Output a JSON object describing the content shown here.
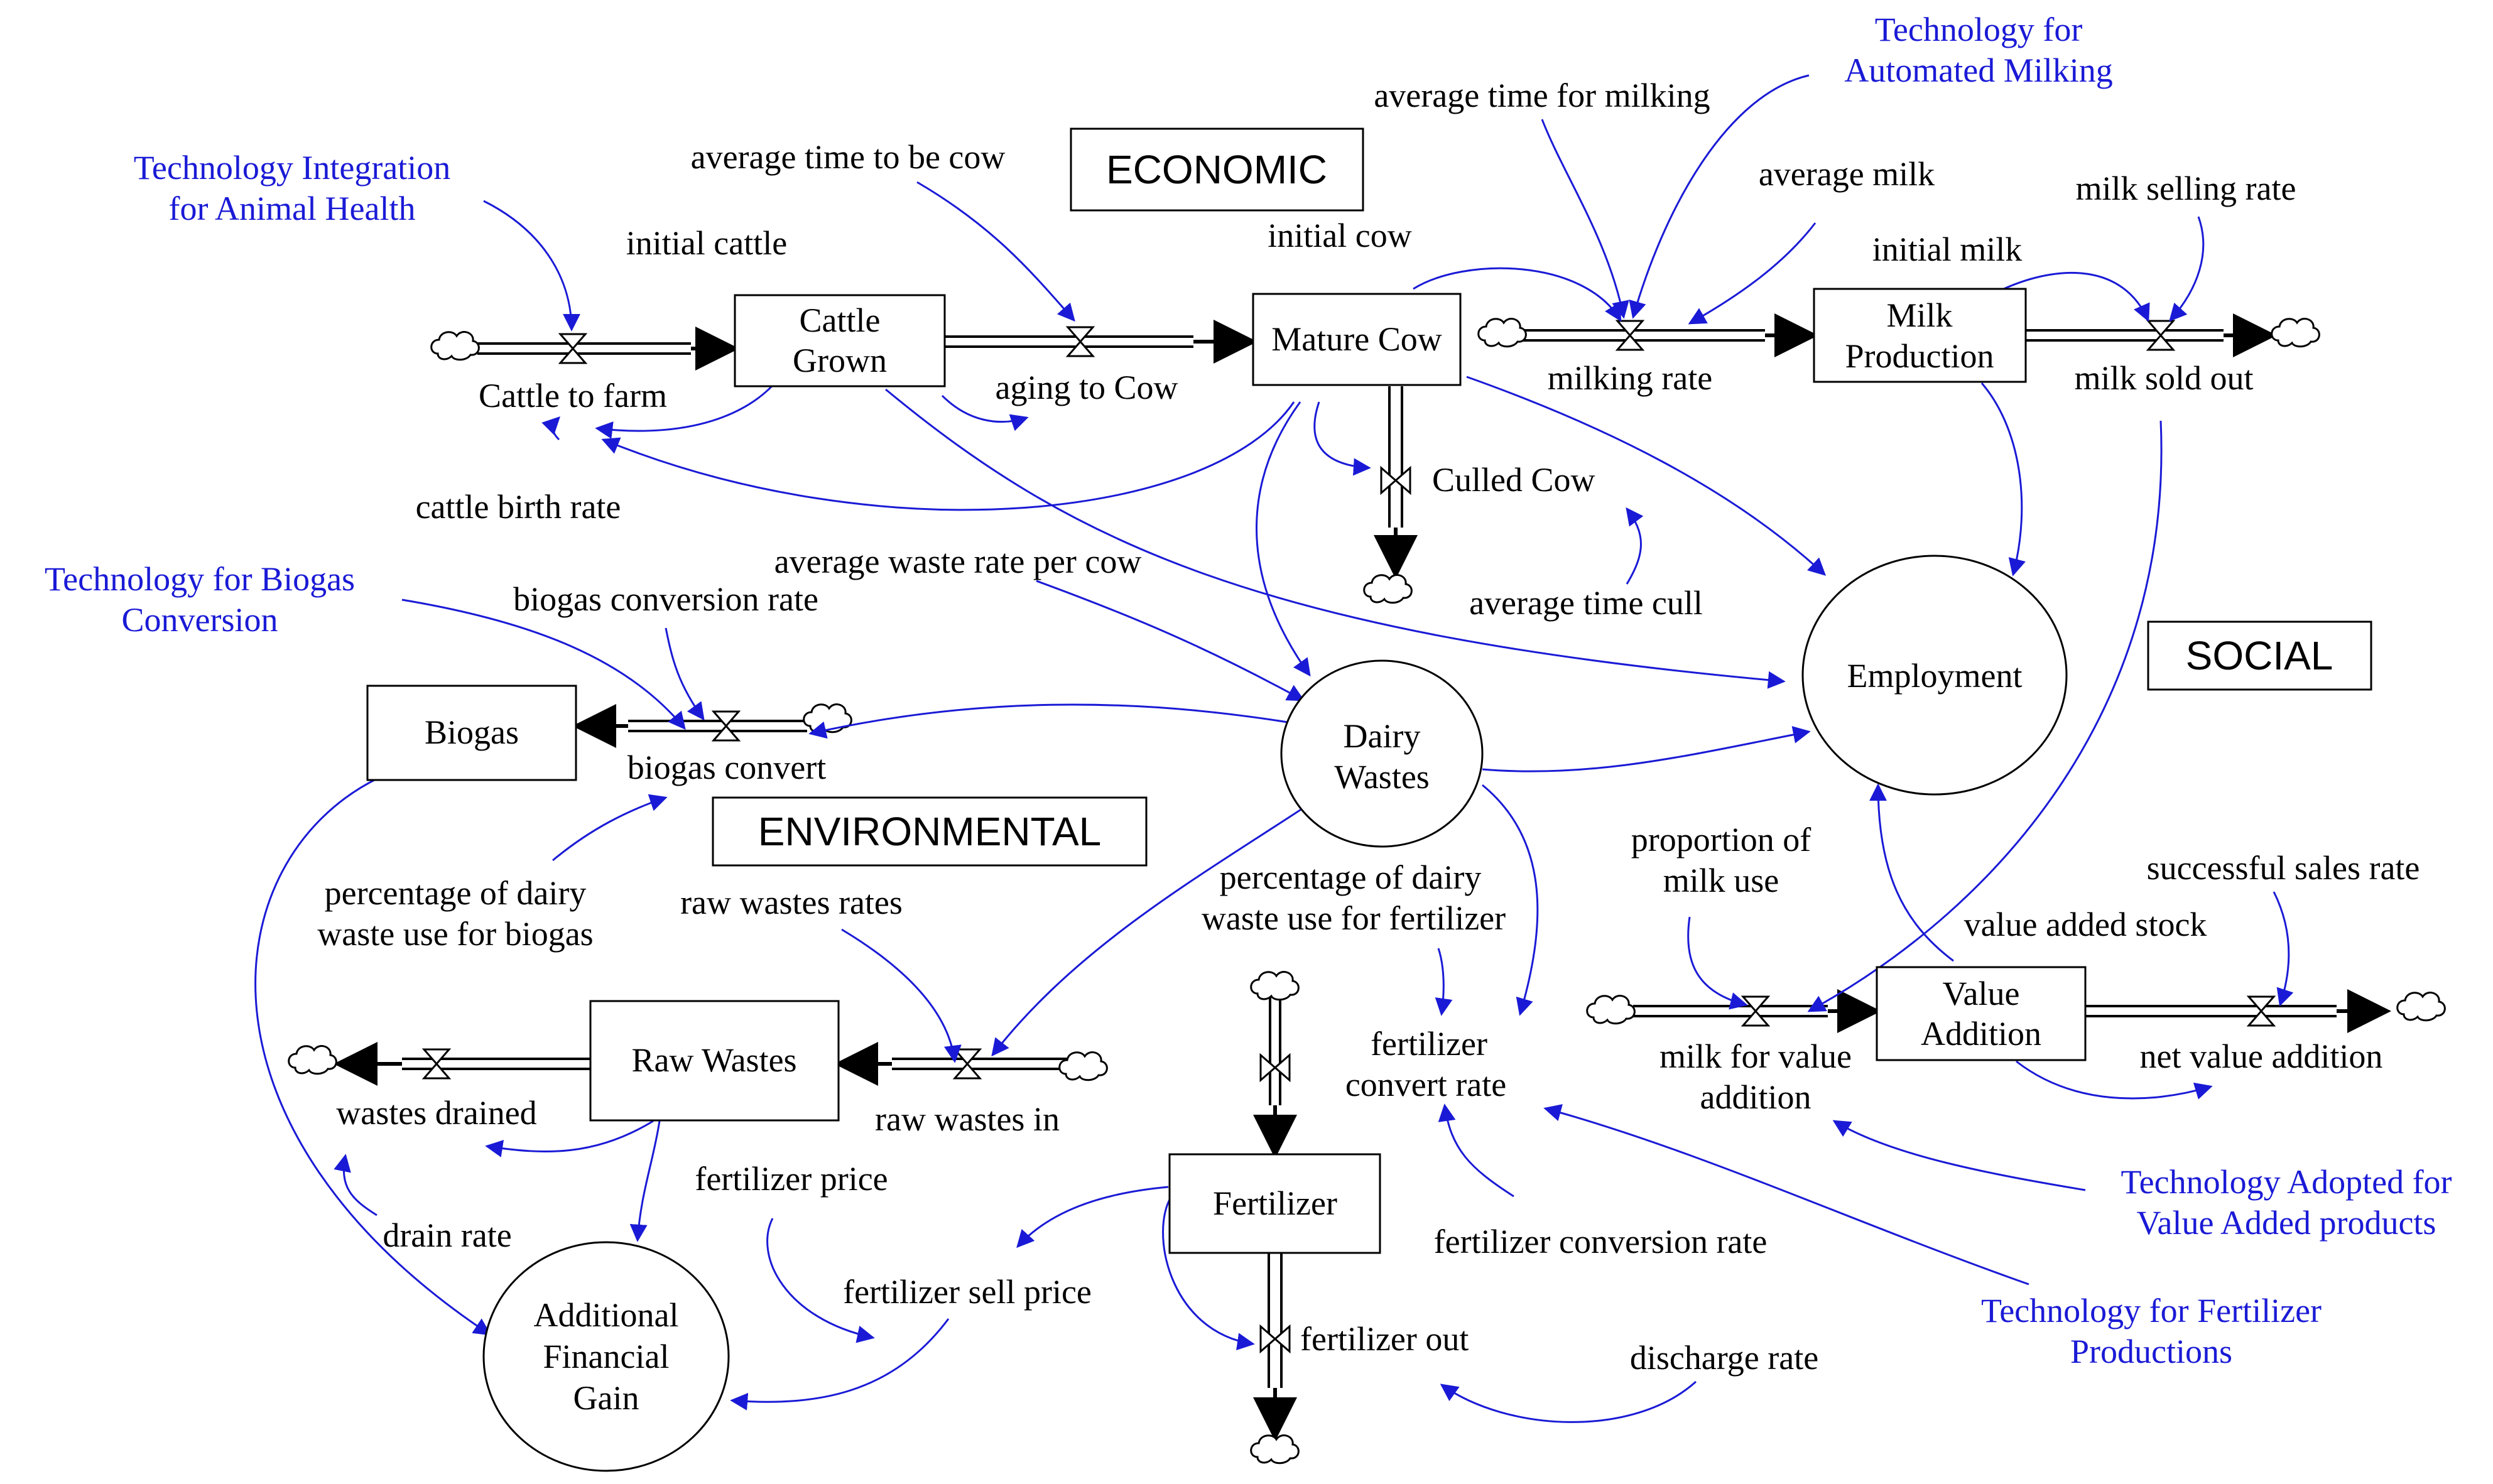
{
  "colors": {
    "technology": "#1a1ad6",
    "stock_outline": "#000000",
    "link": "#1a1ad6"
  },
  "sections": {
    "economic": "ECONOMIC",
    "social": "SOCIAL",
    "environmental": "ENVIRONMENTAL"
  },
  "technology": {
    "animal_health": [
      "Technology Integration",
      "for Animal Health"
    ],
    "automated_milking": [
      "Technology for",
      "Automated Milking"
    ],
    "biogas_conversion": [
      "Technology for Biogas",
      "Conversion"
    ],
    "value_added": [
      "Technology Adopted for",
      "Value Added products"
    ],
    "fertilizer_productions": [
      "Technology for Fertilizer",
      "Productions"
    ]
  },
  "stocks": {
    "cattle_grown": [
      "Cattle",
      "Grown"
    ],
    "mature_cow": "Mature Cow",
    "milk_production": [
      "Milk",
      "Production"
    ],
    "biogas": "Biogas",
    "raw_wastes": "Raw Wastes",
    "fertilizer": "Fertilizer",
    "value_addition": [
      "Value",
      "Addition"
    ]
  },
  "circles": {
    "employment": "Employment",
    "dairy_wastes": [
      "Dairy",
      "Wastes"
    ],
    "financial_gain": [
      "Additional",
      "Financial",
      "Gain"
    ]
  },
  "flows": {
    "cattle_to_farm": "Cattle to farm",
    "aging_to_cow": "aging to Cow",
    "milking_rate": "milking rate",
    "milk_sold_out": "milk sold out",
    "culled_cow": "Culled Cow",
    "biogas_convert": "biogas convert",
    "wastes_drained": "wastes drained",
    "raw_wastes_in": "raw wastes in",
    "fertilizer_out": "fertilizer out",
    "milk_for_value_addition": [
      "milk for value",
      "addition"
    ],
    "net_value_addition": "net value addition"
  },
  "variables": {
    "average_time_to_be_cow": "average time to be cow",
    "average_time_for_milking": "average time for milking",
    "initial_cattle": "initial cattle",
    "initial_cow": "initial cow",
    "average_milk": "average milk",
    "milk_selling_rate": "milk selling rate",
    "initial_milk": "initial milk",
    "cattle_birth_rate": "cattle birth rate",
    "average_waste_rate_per_cow": "average waste rate per cow",
    "biogas_conversion_rate": "biogas conversion rate",
    "average_time_cull": "average time cull",
    "percentage_dairy_waste_biogas": [
      "percentage of dairy",
      "waste use for biogas"
    ],
    "raw_wastes_rates": "raw wastes rates",
    "percentage_dairy_waste_fertilizer": [
      "percentage of dairy",
      "waste use for fertilizer"
    ],
    "proportion_of_milk_use": [
      "proportion of",
      "milk use"
    ],
    "successful_sales_rate": "successful sales rate",
    "value_added_stock": "value added stock",
    "fertilizer_convert_rate": [
      "fertilizer",
      "convert rate"
    ],
    "fertilizer_price": "fertilizer price",
    "drain_rate": "drain rate",
    "fertilizer_sell_price": "fertilizer sell price",
    "fertilizer_conversion_rate": "fertilizer conversion rate",
    "discharge_rate": "discharge rate"
  }
}
